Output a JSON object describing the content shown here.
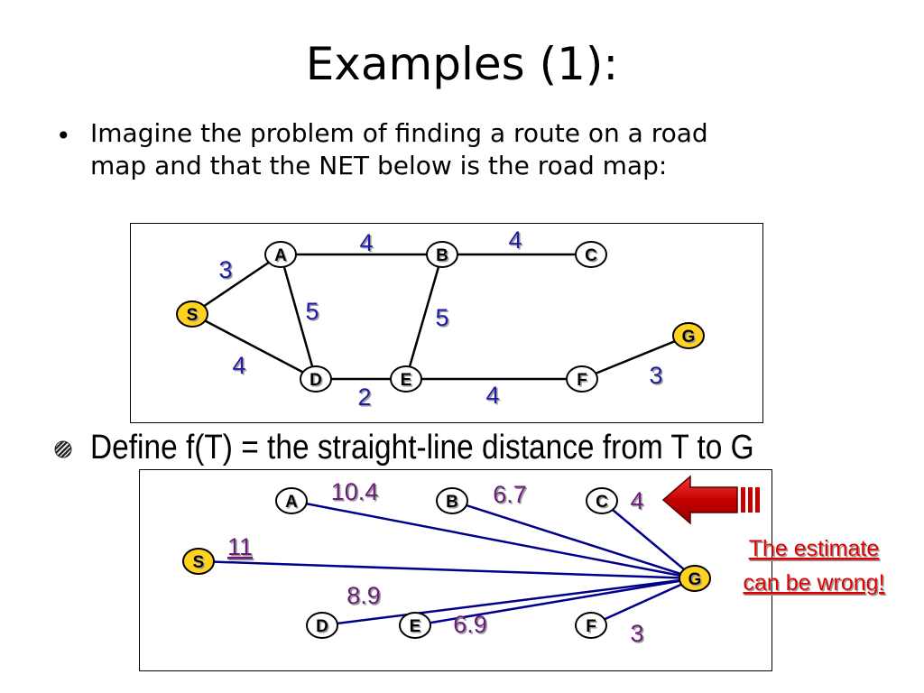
{
  "title": "Examples (1):",
  "bullet1": {
    "text": "Imagine the problem of finding a route on a road map and that the NET below is the road map:",
    "line1": "Imagine the problem of finding a route on a road",
    "line2": "map and that the NET below is the road map:"
  },
  "bullet2": {
    "text": "Define f(T) = the straight-line distance from T to G"
  },
  "graph": {
    "nodes": [
      "S",
      "A",
      "B",
      "C",
      "D",
      "E",
      "F",
      "G"
    ],
    "edges": [
      {
        "from": "S",
        "to": "A",
        "weight": "3"
      },
      {
        "from": "S",
        "to": "D",
        "weight": "4"
      },
      {
        "from": "A",
        "to": "B",
        "weight": "4"
      },
      {
        "from": "B",
        "to": "C",
        "weight": "4"
      },
      {
        "from": "A",
        "to": "D",
        "weight": "5"
      },
      {
        "from": "B",
        "to": "E",
        "weight": "5"
      },
      {
        "from": "D",
        "to": "E",
        "weight": "2"
      },
      {
        "from": "E",
        "to": "F",
        "weight": "4"
      },
      {
        "from": "F",
        "to": "G",
        "weight": "3"
      }
    ]
  },
  "heuristic": {
    "distances": [
      {
        "node": "A",
        "value": "10.4"
      },
      {
        "node": "B",
        "value": "6.7"
      },
      {
        "node": "C",
        "value": "4"
      },
      {
        "node": "S",
        "value": "11"
      },
      {
        "node": "D",
        "value": "8.9"
      },
      {
        "node": "E",
        "value": "6.9"
      },
      {
        "node": "F",
        "value": "3"
      }
    ],
    "note_line1": "The estimate",
    "note_line2": "can be wrong!"
  },
  "colors": {
    "highlight_node": "#ffd21f",
    "weight_text": "#1a1aa8",
    "heuristic_line": "#00008b",
    "heuristic_text": "#6b1f7a",
    "note_text": "#e00000",
    "arrow_fill": "#d40000"
  },
  "icons": {
    "bullet2": "striped-bullet-icon",
    "arrow": "red-arrow-icon"
  }
}
